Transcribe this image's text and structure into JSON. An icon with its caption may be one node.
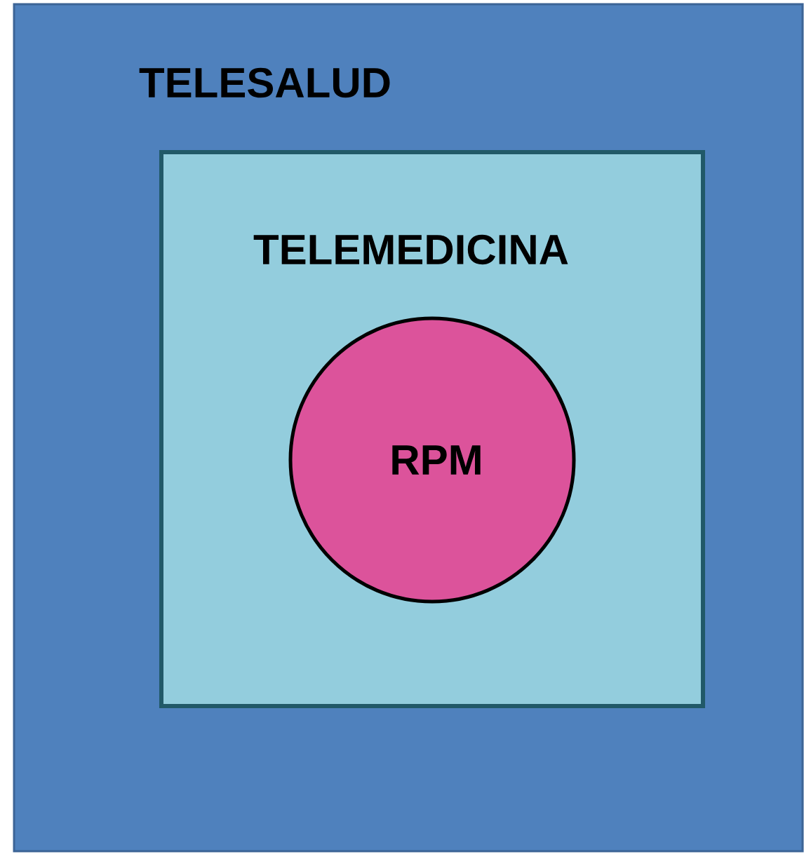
{
  "diagram": {
    "nodes": [
      {
        "text": [
          "TELESALUD"
        ]
      },
      {
        "text": [
          "TELEMEDICINA"
        ],
        "in": 0
      },
      {
        "text": [
          "RPM"
        ],
        "in": 1
      }
    ]
  }
}
